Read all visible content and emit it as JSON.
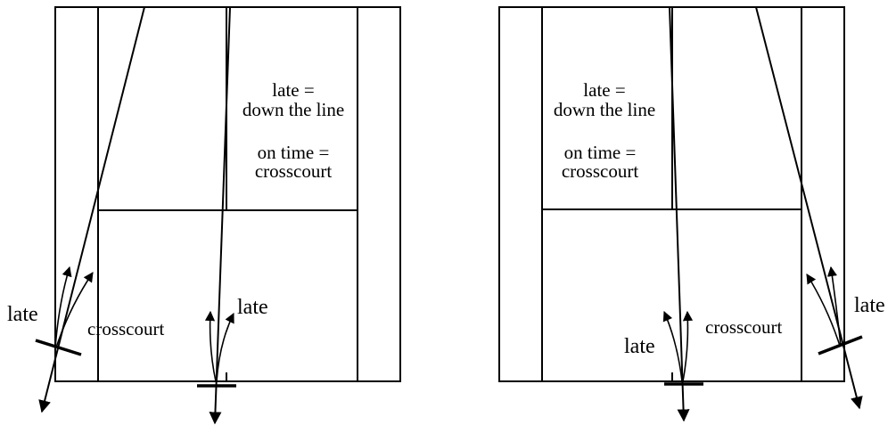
{
  "left_panel": {
    "box_text": [
      "late =",
      "down the line",
      "on time =",
      "crosscourt"
    ],
    "left_player_label": "late",
    "crosscourt_label": "crosscourt",
    "center_player_label": "late"
  },
  "right_panel": {
    "box_text": [
      "late =",
      "down the line",
      "on time =",
      "crosscourt"
    ],
    "center_player_label": "late",
    "crosscourt_label": "crosscourt",
    "right_player_label": "late"
  }
}
